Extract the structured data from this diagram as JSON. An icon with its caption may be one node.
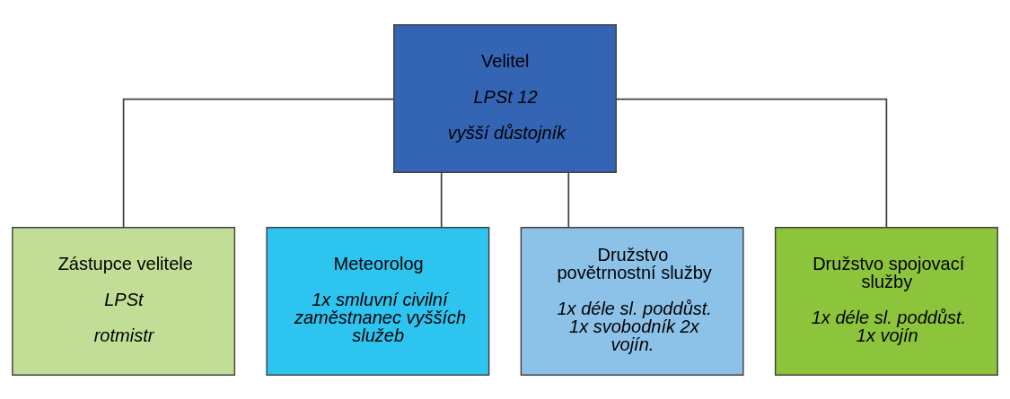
{
  "diagram": {
    "nodes": [
      {
        "text": [
          "Velitel",
          "LPSt 12",
          "vyšší důstojník"
        ]
      },
      {
        "text": [
          "Zástupce velitele",
          "LPSt",
          "rotmistr"
        ]
      },
      {
        "text": [
          "Meteorolog",
          "1x smluvní civilní zaměstnanec vyšších služeb"
        ]
      },
      {
        "text": [
          "Družstvo povětrnostní služby",
          "1x déle sl. poddůst. 1x svobodník 2x vojín."
        ]
      },
      {
        "text": [
          "Družstvo spojovací služby",
          "1x déle sl. poddůst. 1x vojín"
        ]
      }
    ],
    "edges": [
      {
        "from": 0,
        "to": 1,
        "arrow": "none"
      },
      {
        "from": 0,
        "to": 2,
        "arrow": "none"
      },
      {
        "from": 0,
        "to": 3,
        "arrow": "none"
      },
      {
        "from": 0,
        "to": 4,
        "arrow": "none"
      }
    ]
  }
}
